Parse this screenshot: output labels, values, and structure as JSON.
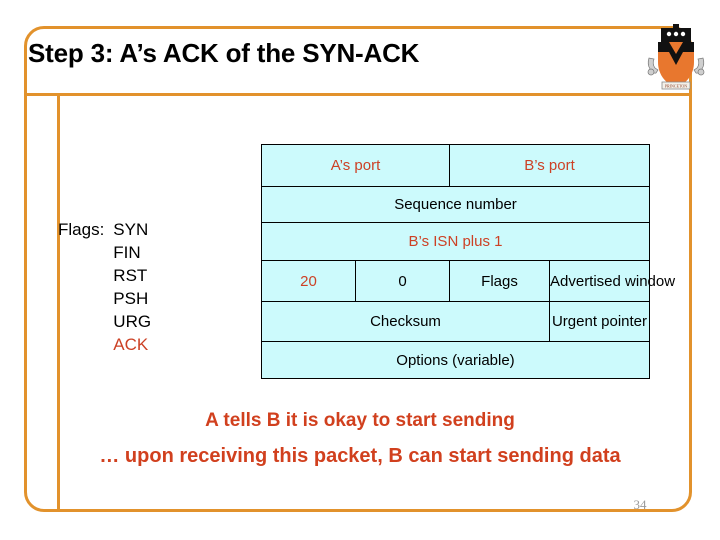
{
  "slide": {
    "title": "Step 3: A’s ACK of the SYN-ACK",
    "page_number": "34",
    "accent_frame_color": "#E2922C",
    "highlight_color": "#CC4125",
    "caption_color": "#D1401E",
    "table_fill_color": "#CCFAFC"
  },
  "logo": {
    "name": "princeton-shield-logo",
    "alt": "Princeton University shield"
  },
  "flags": {
    "label": "Flags:",
    "items": [
      {
        "name": "SYN",
        "highlighted": false
      },
      {
        "name": "FIN",
        "highlighted": false
      },
      {
        "name": "RST",
        "highlighted": false
      },
      {
        "name": "PSH",
        "highlighted": false
      },
      {
        "name": "URG",
        "highlighted": false
      },
      {
        "name": "ACK",
        "highlighted": true
      }
    ]
  },
  "tcp_header": {
    "rows": [
      {
        "cells": [
          {
            "text": "A’s port",
            "red": true
          },
          {
            "text": "B’s port",
            "red": true
          }
        ]
      },
      {
        "cells": [
          {
            "text": "Sequence number",
            "red": false
          }
        ]
      },
      {
        "cells": [
          {
            "text": "B’s ISN plus 1",
            "red": true
          }
        ]
      },
      {
        "cells": [
          {
            "text": "20",
            "red": true
          },
          {
            "text": "0",
            "red": false
          },
          {
            "text": "Flags",
            "red": false
          },
          {
            "text": "Advertised window",
            "red": false
          }
        ]
      },
      {
        "cells": [
          {
            "text": "Checksum",
            "red": false
          },
          {
            "text": "Urgent pointer",
            "red": false
          }
        ]
      },
      {
        "cells": [
          {
            "text": "Options (variable)",
            "red": false
          }
        ]
      }
    ]
  },
  "captions": {
    "line1": "A tells B it is okay to start sending",
    "line2": "… upon receiving this packet, B can start sending data"
  }
}
